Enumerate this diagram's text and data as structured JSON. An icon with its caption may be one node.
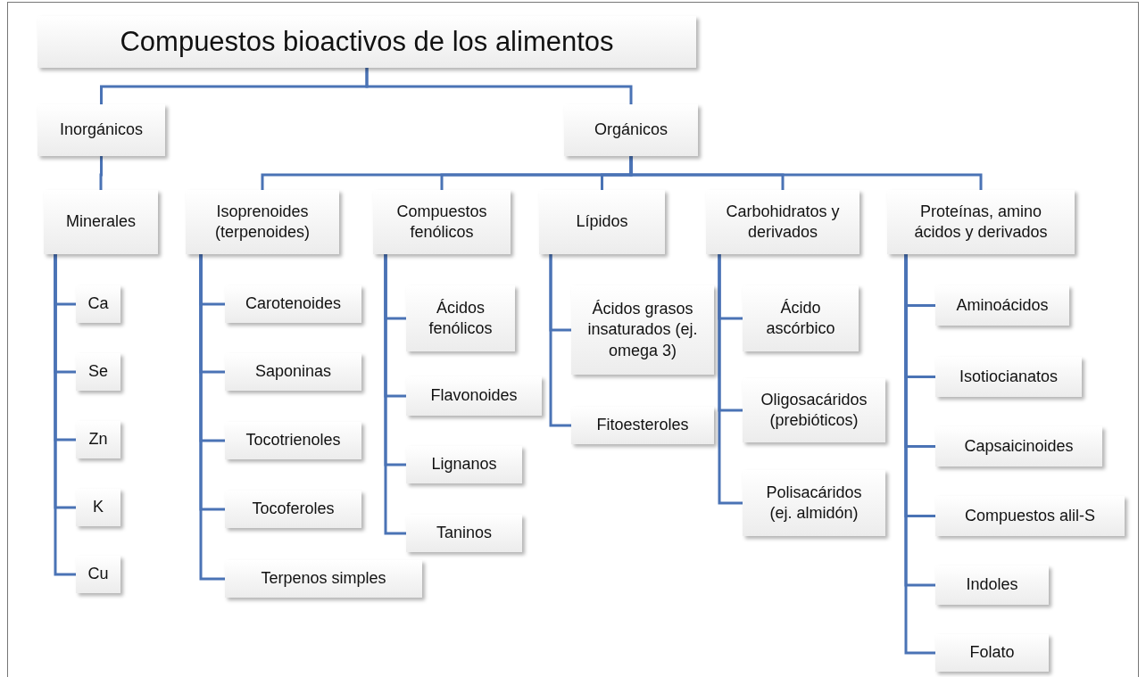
{
  "diagram": {
    "nodes": [
      {
        "text": [
          "Compuestos bioactivos de los alimentos"
        ]
      },
      {
        "text": [
          "Inorgánicos"
        ]
      },
      {
        "text": [
          "Orgánicos"
        ]
      },
      {
        "text": [
          "Minerales"
        ]
      },
      {
        "text": [
          "Isoprenoides (terpenoides)"
        ]
      },
      {
        "text": [
          "Compuestos fenólicos"
        ]
      },
      {
        "text": [
          "Lípidos"
        ]
      },
      {
        "text": [
          "Carbohidratos y derivados"
        ]
      },
      {
        "text": [
          "Proteínas, amino ácidos y derivados"
        ]
      },
      {
        "text": [
          "Ca"
        ]
      },
      {
        "text": [
          "Se"
        ]
      },
      {
        "text": [
          "Zn"
        ]
      },
      {
        "text": [
          "K"
        ]
      },
      {
        "text": [
          "Cu"
        ]
      },
      {
        "text": [
          "Carotenoides"
        ]
      },
      {
        "text": [
          "Saponinas"
        ]
      },
      {
        "text": [
          "Tocotrienoles"
        ]
      },
      {
        "text": [
          "Tocoferoles"
        ]
      },
      {
        "text": [
          "Terpenos simples"
        ]
      },
      {
        "text": [
          "Ácidos fenólicos"
        ]
      },
      {
        "text": [
          "Flavonoides"
        ]
      },
      {
        "text": [
          "Lignanos"
        ]
      },
      {
        "text": [
          "Taninos"
        ]
      },
      {
        "text": [
          "Ácidos grasos insaturados (ej. omega 3)"
        ]
      },
      {
        "text": [
          "Fitoesteroles"
        ]
      },
      {
        "text": [
          "Ácido ascórbico"
        ]
      },
      {
        "text": [
          "Oligosacáridos (prebióticos)"
        ]
      },
      {
        "text": [
          "Polisacáridos (ej. almidón)"
        ]
      },
      {
        "text": [
          "Aminoácidos"
        ]
      },
      {
        "text": [
          "Isotiocianatos"
        ]
      },
      {
        "text": [
          "Capsaicinoides"
        ]
      },
      {
        "text": [
          "Compuestos alil-S"
        ]
      },
      {
        "text": [
          "Indoles"
        ]
      },
      {
        "text": [
          "Folato"
        ]
      }
    ],
    "edges": [
      {
        "from": 0,
        "to": 1,
        "arrow": "none"
      },
      {
        "from": 0,
        "to": 2,
        "arrow": "none"
      },
      {
        "from": 1,
        "to": 3,
        "arrow": "none"
      },
      {
        "from": 2,
        "to": 4,
        "arrow": "none"
      },
      {
        "from": 2,
        "to": 5,
        "arrow": "none"
      },
      {
        "from": 2,
        "to": 6,
        "arrow": "none"
      },
      {
        "from": 2,
        "to": 7,
        "arrow": "none"
      },
      {
        "from": 2,
        "to": 8,
        "arrow": "none"
      },
      {
        "from": 3,
        "to": 9,
        "arrow": "none"
      },
      {
        "from": 3,
        "to": 10,
        "arrow": "none"
      },
      {
        "from": 3,
        "to": 11,
        "arrow": "none"
      },
      {
        "from": 3,
        "to": 12,
        "arrow": "none"
      },
      {
        "from": 3,
        "to": 13,
        "arrow": "none"
      },
      {
        "from": 4,
        "to": 14,
        "arrow": "none"
      },
      {
        "from": 4,
        "to": 15,
        "arrow": "none"
      },
      {
        "from": 4,
        "to": 16,
        "arrow": "none"
      },
      {
        "from": 4,
        "to": 17,
        "arrow": "none"
      },
      {
        "from": 4,
        "to": 18,
        "arrow": "none"
      },
      {
        "from": 5,
        "to": 19,
        "arrow": "none"
      },
      {
        "from": 5,
        "to": 20,
        "arrow": "none"
      },
      {
        "from": 5,
        "to": 21,
        "arrow": "none"
      },
      {
        "from": 5,
        "to": 22,
        "arrow": "none"
      },
      {
        "from": 6,
        "to": 23,
        "arrow": "none"
      },
      {
        "from": 6,
        "to": 24,
        "arrow": "none"
      },
      {
        "from": 7,
        "to": 25,
        "arrow": "none"
      },
      {
        "from": 7,
        "to": 26,
        "arrow": "none"
      },
      {
        "from": 7,
        "to": 27,
        "arrow": "none"
      },
      {
        "from": 8,
        "to": 28,
        "arrow": "none"
      },
      {
        "from": 8,
        "to": 29,
        "arrow": "none"
      },
      {
        "from": 8,
        "to": 30,
        "arrow": "none"
      },
      {
        "from": 8,
        "to": 31,
        "arrow": "none"
      },
      {
        "from": 8,
        "to": 32,
        "arrow": "none"
      },
      {
        "from": 8,
        "to": 33,
        "arrow": "none"
      }
    ]
  }
}
